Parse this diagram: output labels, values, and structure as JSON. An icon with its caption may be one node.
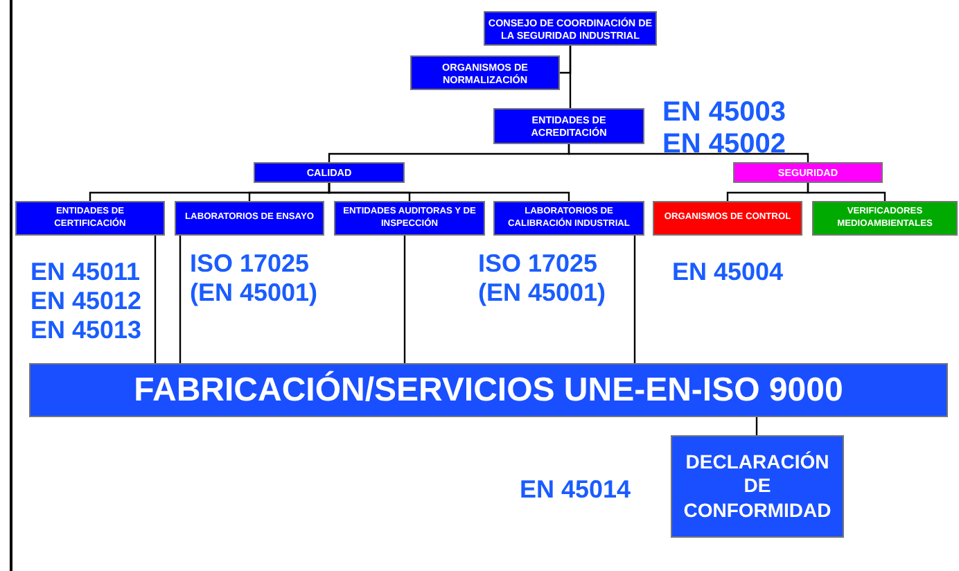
{
  "diagram": {
    "nodes": [
      {
        "text": [
          "CONSEJO DE COORDINACIÓN DE LA SEGURIDAD INDUSTRIAL"
        ]
      },
      {
        "text": [
          "ORGANISMOS DE NORMALIZACIÓN"
        ]
      },
      {
        "text": [
          "ENTIDADES DE ACREDITACIÓN"
        ],
        "beside": [
          "EN 45003",
          "EN 45002"
        ]
      },
      {
        "text": [
          "CALIDAD"
        ]
      },
      {
        "text": [
          "SEGURIDAD"
        ]
      },
      {
        "text": [
          "ENTIDADES DE CERTIFICACIÓN"
        ],
        "beside": [
          "EN 45011",
          "EN 45012",
          "EN 45013"
        ]
      },
      {
        "text": [
          "LABORATORIOS DE ENSAYO"
        ],
        "beside": [
          "ISO 17025 (EN 45001)"
        ]
      },
      {
        "text": [
          "ENTIDADES AUDITORAS Y DE INSPECCIÓN"
        ]
      },
      {
        "text": [
          "LABORATORIOS DE CALIBRACIÓN INDUSTRIAL"
        ],
        "beside": [
          "ISO 17025 (EN 45001)"
        ]
      },
      {
        "text": [
          "ORGANISMOS DE CONTROL"
        ],
        "beside": [
          "EN 45004"
        ]
      },
      {
        "text": [
          "VERIFICADORES MEDIOAMBIENTALES"
        ]
      },
      {
        "text": [
          "FABRICACIÓN/SERVICIOS UNE-EN-ISO 9000"
        ]
      },
      {
        "text": [
          "DECLARACIÓN DE CONFORMIDAD"
        ],
        "beside": [
          "EN 45014"
        ]
      }
    ],
    "edges": [
      {
        "from": 0,
        "to": 1,
        "arrow": "none"
      },
      {
        "from": 0,
        "to": 2,
        "arrow": "none"
      },
      {
        "from": 2,
        "to": 3,
        "arrow": "none"
      },
      {
        "from": 2,
        "to": 4,
        "arrow": "none"
      },
      {
        "from": 3,
        "to": 5,
        "arrow": "none"
      },
      {
        "from": 3,
        "to": 6,
        "arrow": "none"
      },
      {
        "from": 3,
        "to": 7,
        "arrow": "none"
      },
      {
        "from": 3,
        "to": 8,
        "arrow": "none"
      },
      {
        "from": 4,
        "to": 9,
        "arrow": "none"
      },
      {
        "from": 4,
        "to": 10,
        "arrow": "none"
      },
      {
        "from": 5,
        "to": 11,
        "arrow": "none"
      },
      {
        "from": 6,
        "to": 11,
        "arrow": "none"
      },
      {
        "from": 7,
        "to": 11,
        "arrow": "none"
      },
      {
        "from": 8,
        "to": 11,
        "arrow": "none"
      },
      {
        "from": 11,
        "to": 12,
        "arrow": "none"
      }
    ]
  }
}
